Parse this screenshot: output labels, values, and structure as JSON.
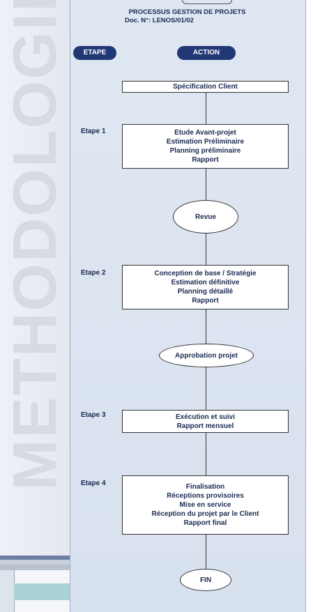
{
  "sidebar": {
    "vertical_word": "METHODOLOGIE"
  },
  "header": {
    "title": "PROCESSUS GESTION DE PROJETS",
    "doc_number": "Doc. N°: LENOS/01/02"
  },
  "columns": {
    "etape": "ETAPE",
    "action": "ACTION"
  },
  "flow": {
    "specification": "Spécification Client",
    "step1": {
      "label": "Etape 1",
      "lines": [
        "Etude Avant-projet",
        "Estimation Préliminaire",
        "Planning préliminaire",
        "Rapport"
      ]
    },
    "revue": "Revue",
    "step2": {
      "label": "Etape 2",
      "lines": [
        "Conception de base / Stratégie",
        "Estimation définitive",
        "Planning détaillé",
        "Rapport"
      ]
    },
    "approbation": "Approbation projet",
    "step3": {
      "label": "Etape 3",
      "lines": [
        "Exécution et suivi",
        "Rapport mensuel"
      ]
    },
    "step4": {
      "label": "Etape 4",
      "lines": [
        "Finalisation",
        "Réceptions provisoires",
        "Mise en service",
        "Réception du projet par le Client",
        "Rapport final"
      ]
    },
    "fin": "FIN"
  },
  "colors": {
    "pill": "#213776",
    "panel": "#dfe7f2",
    "text": "#1b2a52"
  }
}
